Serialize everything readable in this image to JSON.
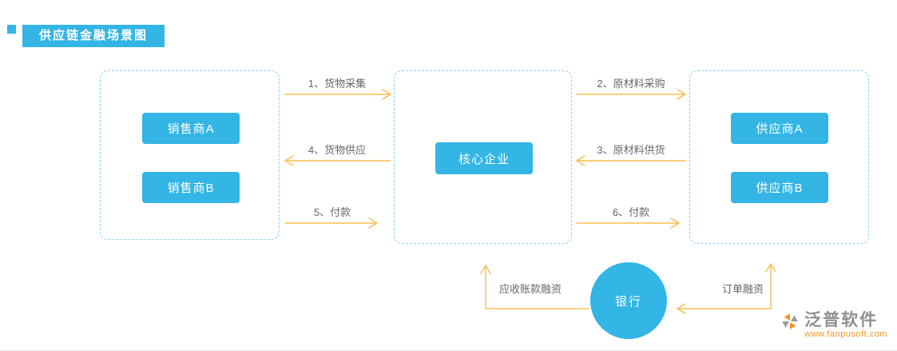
{
  "title": "供应链金融场景图",
  "sellers": {
    "a": "销售商A",
    "b": "销售商B"
  },
  "core": {
    "label": "核心企业"
  },
  "suppliers": {
    "a": "供应商A",
    "b": "供应商B"
  },
  "flows": {
    "goods_collect": "1、货物采集",
    "material_purchase": "2、原材料采购",
    "material_supply": "3、原材料供货",
    "goods_supply": "4、货物供应",
    "payment_left": "5、付款",
    "payment_right": "6、付款",
    "receivable_financing": "应收账款融资",
    "order_financing": "订单融资"
  },
  "bank": {
    "label": "银行"
  },
  "watermark": {
    "brand": "泛普软件",
    "url": "www.fanpusoft.com"
  },
  "colors": {
    "accent": "#33b5e5",
    "accent_border": "#85d3f2",
    "arrow": "#f8bd4f",
    "label": "#666666",
    "brand_orange": "#f7941d",
    "brand_gray": "#8f8f8f"
  }
}
